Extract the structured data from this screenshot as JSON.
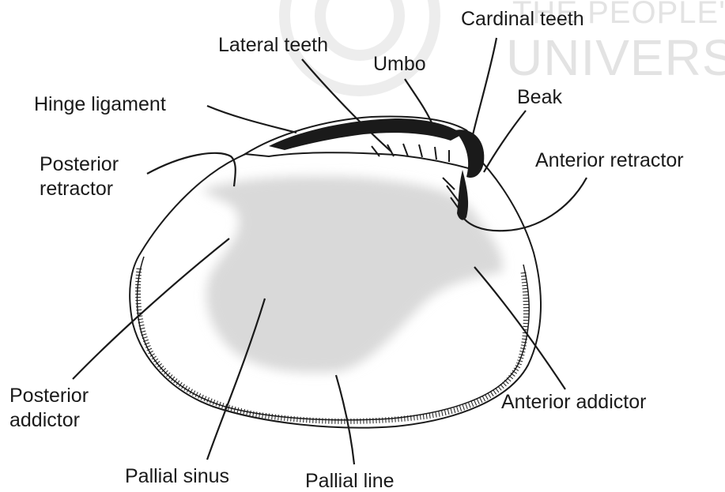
{
  "watermark": {
    "line1": "THE PEOPLE'S",
    "line2": "UNIVERSITY"
  },
  "labels": {
    "cardinal_teeth": "Cardinal teeth",
    "lateral_teeth": "Lateral teeth",
    "umbo": "Umbo",
    "beak": "Beak",
    "hinge_ligament": "Hinge ligament",
    "posterior_retractor": [
      "Posterior",
      "retractor"
    ],
    "anterior_retractor": "Anterior retractor",
    "posterior_addictor": [
      "Posterior",
      "addictor"
    ],
    "anterior_addictor": "Anterior addictor",
    "pallial_sinus": "Pallial sinus",
    "pallial_line": "Pallial line"
  },
  "colors": {
    "ink": "#1a1a1a",
    "shell_fill": "#d9d9d9",
    "watermark": "#e3e3e3"
  }
}
